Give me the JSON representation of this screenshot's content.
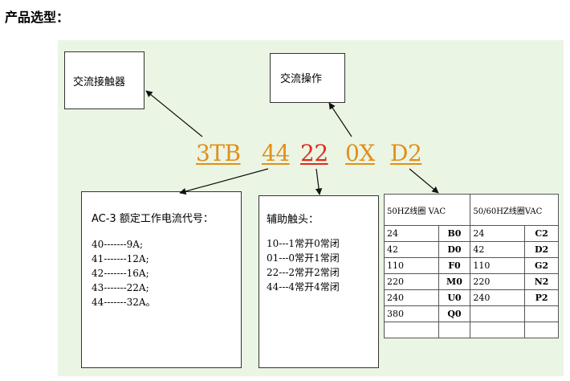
{
  "heading": "产品选型：",
  "boxes": {
    "contactor": "交流接触器",
    "ac_operation": "交流操作"
  },
  "code": {
    "p1": "3TB",
    "p2": "44",
    "p3": "22",
    "p4": "0X",
    "p5": "D2"
  },
  "rating": {
    "title": "AC-3 额定工作电流代号：",
    "items": [
      "40-------9A;",
      "41-------12A;",
      "42-------16A;",
      "43-------22A;",
      "44-------32A。"
    ]
  },
  "aux": {
    "title": "辅助触头：",
    "items": [
      "10---1常开0常闭",
      "01---0常开1常闭",
      "22---2常开2常闭",
      "44---4常开4常闭"
    ]
  },
  "coil_table": {
    "header_50": "50HZ线圈 VAC",
    "header_5060": "50/60HZ线圈VAC",
    "rows": [
      [
        "24",
        "B0",
        "24",
        "C2"
      ],
      [
        "42",
        "D0",
        "42",
        "D2"
      ],
      [
        "110",
        "F0",
        "110",
        "G2"
      ],
      [
        "220",
        "M0",
        "220",
        "N2"
      ],
      [
        "240",
        "U0",
        "240",
        "P2"
      ],
      [
        "380",
        "Q0",
        "",
        ""
      ],
      [
        "",
        "",
        "",
        ""
      ]
    ]
  },
  "colors": {
    "orange": "#e09019",
    "red": "#e02b1b",
    "panel": "#ebf5e4"
  }
}
